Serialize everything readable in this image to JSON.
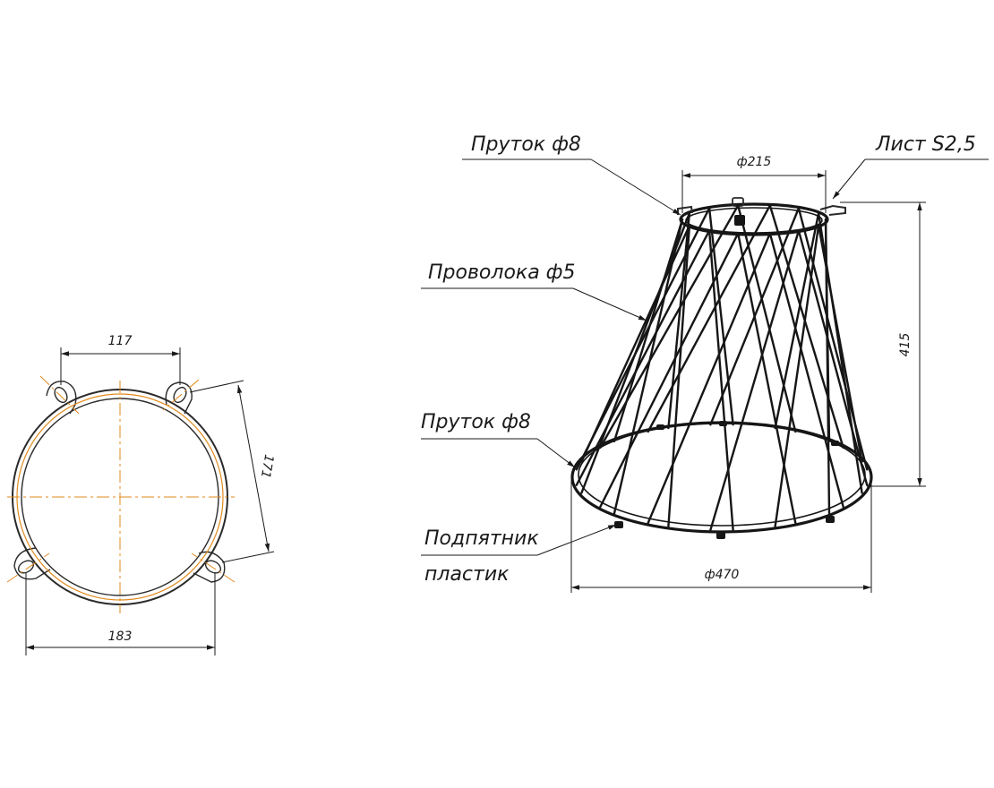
{
  "callouts": {
    "rod_top": "Пруток ф8",
    "sheet": "Лист S2,5",
    "wire": "Проволока ф5",
    "rod_bottom": "Пруток ф8",
    "glide_line1": "Подпятник",
    "glide_line2": "пластик"
  },
  "dimensions": {
    "top_diameter": "ф215",
    "height": "415",
    "bottom_diameter": "ф470",
    "plan_lug_spacing": "117",
    "plan_side": "171",
    "plan_width": "183"
  },
  "colors": {
    "line": "#161616",
    "centerline": "#e08a1e"
  }
}
